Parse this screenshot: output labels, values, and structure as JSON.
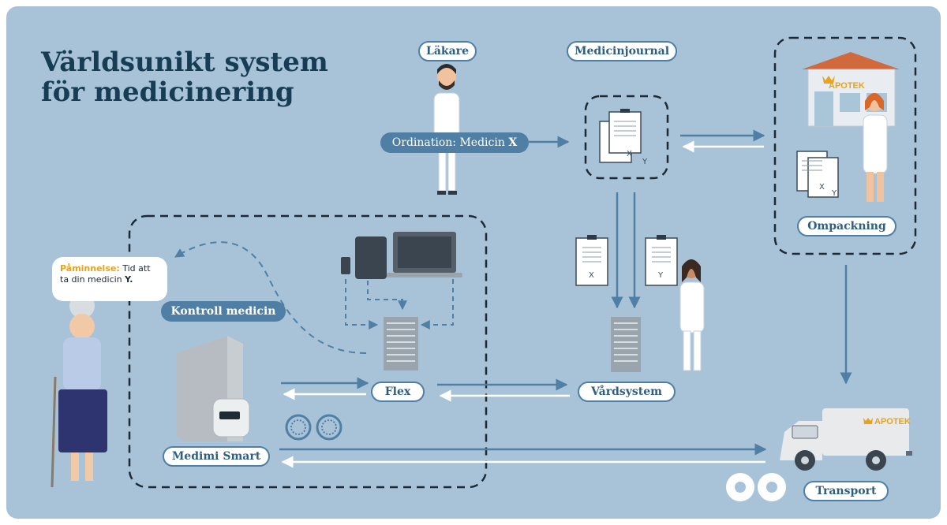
{
  "title": {
    "line1": "Världsunikt system",
    "line2": "för medicinering"
  },
  "labels": {
    "lakare": "Läkare",
    "medicinjournal": "Medicinjournal",
    "ompackning": "Ompackning",
    "kontroll": "Kontroll medicin",
    "flex": "Flex",
    "vardsystem": "Vårdsystem",
    "medimi": "Medimi Smart",
    "transport": "Transport"
  },
  "ordination": {
    "prefix": "Ordination: Medicin ",
    "drug": "X"
  },
  "reminder": {
    "label": "Påminnelse:",
    "text1": " Tid att",
    "text2": "ta din medicin ",
    "drug": "Y."
  },
  "pharmacy": {
    "sign": "APOTEK",
    "truck_sign": "APOTEK"
  },
  "documents": {
    "x": "X",
    "y": "Y"
  },
  "colors": {
    "background": "#a8c3d8",
    "arrow": "#4f7fa4",
    "return_arrow": "#ffffff",
    "title": "#173d55",
    "accent": "#e9a21c",
    "dashed_border": "#1c2a36"
  }
}
